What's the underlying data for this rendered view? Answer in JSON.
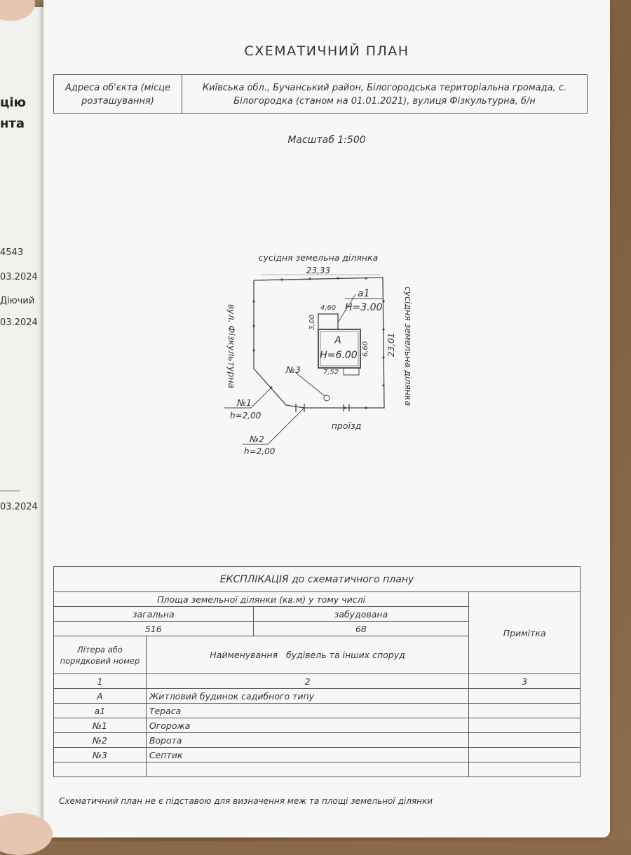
{
  "under_page": {
    "lines": [
      "цію",
      "нта",
      "4543",
      "03.2024",
      "Діючий",
      "03.2024",
      "03.2024"
    ]
  },
  "title": "СХЕМАТИЧНИЙ ПЛАН",
  "address": {
    "label_line1": "Адреса об'єкта (місце",
    "label_line2": "розташування)",
    "value_line1": "Київська обл., Бучанський район, Білогородська територіальна громада, с.",
    "value_line2": "Білогородка (станом на 01.01.2021), вулиця Фізкультурна, б/н"
  },
  "scale": "Масштаб 1:500",
  "plan": {
    "north_label": "сусідня земельна ділянка",
    "east_label": "сусідня земельна ділянка",
    "west_label": "вул. Фізкультурна",
    "south_label": "проїзд",
    "dim_top": "23,33",
    "dim_right": "23,01",
    "building_letter": "А",
    "building_height": "H=6.00",
    "building_width": "7,52",
    "building_depth": "6,60",
    "terrace_letter": "а1",
    "terrace_height": "H=3.00",
    "terrace_width": "4,60",
    "terrace_depth": "3,00",
    "n1_label": "№1",
    "n1_height": "h=2,00",
    "n2_label": "№2",
    "n2_height": "h=2,00",
    "n3_label": "№3"
  },
  "explication": {
    "title": "ЕКСПЛІКАЦІЯ до схематичного плану",
    "area_header": "Площа земельної ділянки (кв.м) у тому числі",
    "total_label": "загальна",
    "built_label": "забудована",
    "total_value": "516",
    "built_value": "68",
    "note_header": "Примітка",
    "col1_header_line1": "Літера або",
    "col1_header_line2": "порядковий номер",
    "col2_header": "Найменування   будівель та інших споруд",
    "col_nums": [
      "1",
      "2",
      "3"
    ],
    "rows": [
      {
        "id": "А",
        "name": "Житловий будинок садибного типу",
        "note": ""
      },
      {
        "id": "а1",
        "name": "Тераса",
        "note": ""
      },
      {
        "id": "№1",
        "name": "Огорожа",
        "note": ""
      },
      {
        "id": "№2",
        "name": "Ворота",
        "note": ""
      },
      {
        "id": "№3",
        "name": "Септик",
        "note": ""
      },
      {
        "id": "",
        "name": "",
        "note": ""
      }
    ]
  },
  "footnote": "Схематичний план не є підставою для визначення меж та площі земельної ділянки"
}
